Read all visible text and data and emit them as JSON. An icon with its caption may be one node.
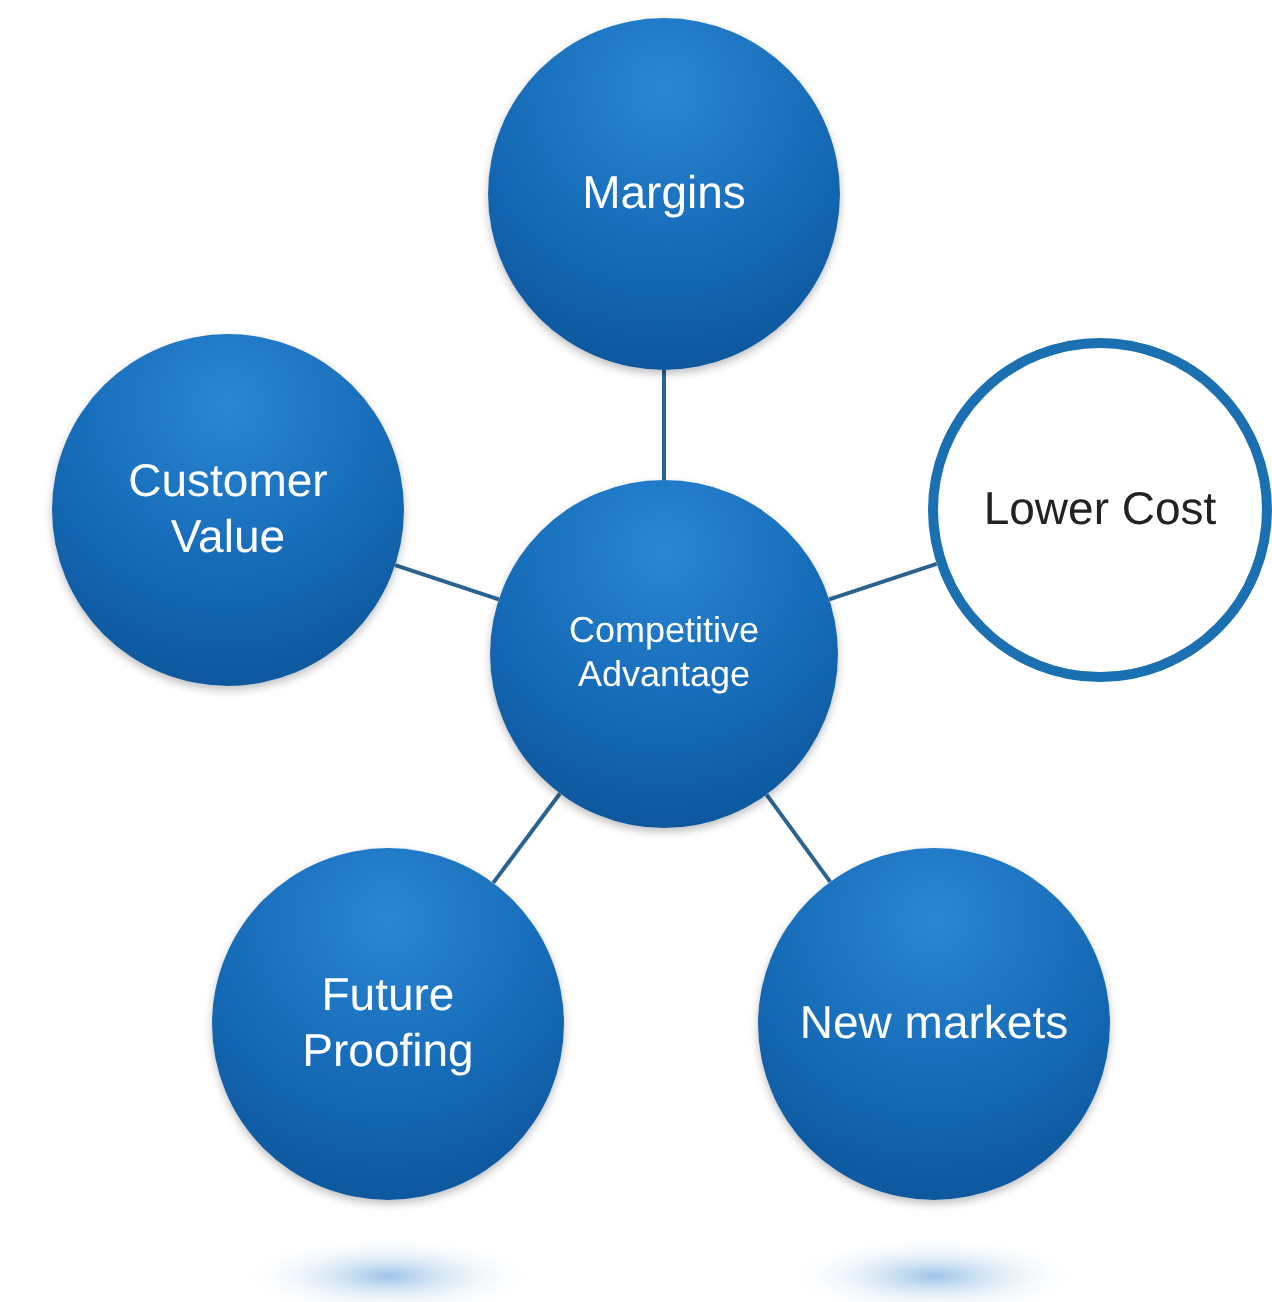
{
  "diagram": {
    "nodes": [
      {
        "text": [
          "Margins"
        ]
      },
      {
        "text": [
          "Customer Value"
        ]
      },
      {
        "text": [
          "Lower Cost"
        ]
      },
      {
        "text": [
          "Competitive Advantage"
        ]
      },
      {
        "text": [
          "Future Proofing"
        ]
      },
      {
        "text": [
          "New markets"
        ]
      }
    ],
    "edges": [
      {
        "from": 3,
        "to": 0,
        "arrow": "none"
      },
      {
        "from": 3,
        "to": 1,
        "arrow": "none"
      },
      {
        "from": 3,
        "to": 2,
        "arrow": "none"
      },
      {
        "from": 3,
        "to": 4,
        "arrow": "none"
      },
      {
        "from": 3,
        "to": 5,
        "arrow": "none"
      }
    ]
  }
}
